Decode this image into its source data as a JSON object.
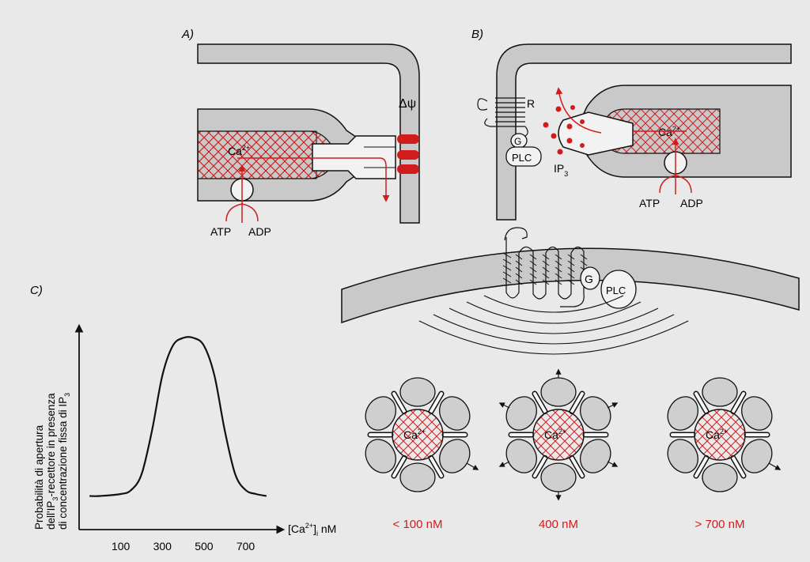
{
  "panels": {
    "a": {
      "label": "A)",
      "ion": "Ca",
      "ion_charge": "2+",
      "potential": "Δψ",
      "atp": "ATP",
      "adp": "ADP"
    },
    "b": {
      "label": "B)",
      "receptor": "R",
      "g_protein": "G",
      "plc": "PLC",
      "ip3": "IP",
      "ip3_sub": "3",
      "ion": "Ca",
      "ion_charge": "2+",
      "atp": "ATP",
      "adp": "ADP"
    },
    "c": {
      "label": "C)",
      "ylabel_lines": [
        "Probabilità di apertura",
        "dell'IP",
        "-recettore in presenza",
        "di concentrazione fissa di IP"
      ],
      "ylabel_sub": "3",
      "xlabel_ion": "[Ca",
      "xlabel_charge": "2+",
      "xlabel_close": "]",
      "xlabel_sub": "i",
      "xlabel_unit": " nM"
    },
    "membrane": {
      "g_protein": "G",
      "plc": "PLC"
    },
    "channels": [
      {
        "ion": "Ca",
        "charge": "2+",
        "label": "< 100 nM"
      },
      {
        "ion": "Ca",
        "charge": "2+",
        "label": "400 nM"
      },
      {
        "ion": "Ca",
        "charge": "2+",
        "label": "> 700 nM"
      }
    ]
  },
  "colors": {
    "accent": "#d11c1c",
    "membrane": "#c9c9c9",
    "background": "#e9e9e9"
  },
  "chart_data": {
    "type": "line",
    "x_ticks": [
      "100",
      "300",
      "500",
      "700"
    ],
    "x_tick_values": [
      100,
      300,
      500,
      700
    ],
    "xlim": [
      -100,
      850
    ],
    "ylim": [
      0,
      1
    ],
    "x": [
      -50,
      0,
      100,
      150,
      200,
      250,
      300,
      350,
      400,
      450,
      500,
      550,
      600,
      650,
      700,
      750,
      800
    ],
    "y": [
      0.17,
      0.17,
      0.18,
      0.2,
      0.28,
      0.5,
      0.78,
      0.93,
      0.97,
      0.97,
      0.93,
      0.78,
      0.5,
      0.28,
      0.2,
      0.18,
      0.17
    ],
    "grid": false,
    "legend": "none"
  }
}
